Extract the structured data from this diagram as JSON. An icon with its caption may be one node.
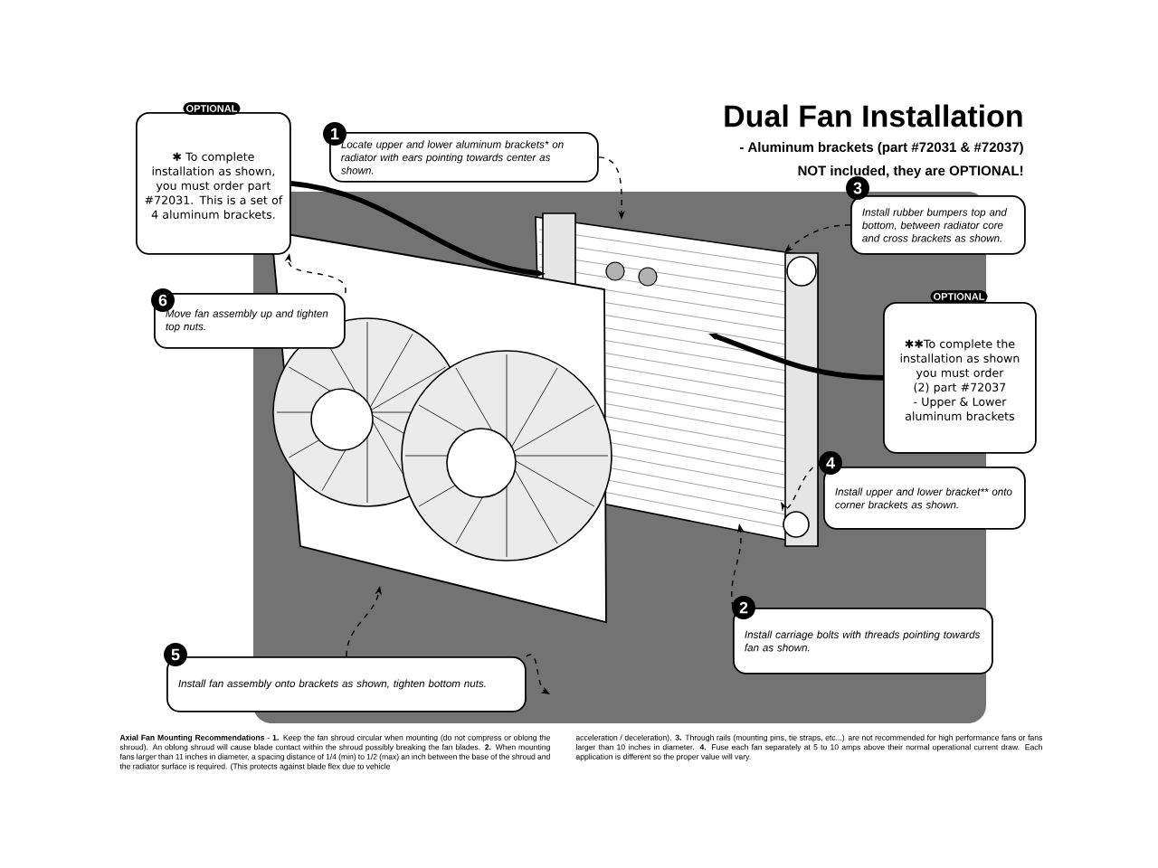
{
  "diagram": {
    "title": "Dual Fan Installation",
    "nodes": [
      {
        "text": [
          "OPTIONAL",
          "✱ To complete installation as shown, you must order part #72031. This is a set of 4 aluminum brackets."
        ]
      },
      {
        "text": [
          "1",
          "Locate upper and lower aluminum brackets* on radiator with ears pointing towards center as shown."
        ]
      },
      {
        "text": [
          "3",
          "Install rubber bumpers top and bottom, between radiator core and cross brackets as shown."
        ]
      },
      {
        "text": [
          "OPTIONAL",
          "✱✱To complete the installation as shown you must order (2) part #72037 - Upper & Lower aluminum brackets"
        ]
      },
      {
        "text": [
          "6",
          "Move fan assembly up and tighten top nuts."
        ]
      },
      {
        "text": [
          "4",
          "Install upper and lower bracket** onto corner brackets as shown."
        ]
      },
      {
        "text": [
          "2",
          "Install carriage bolts with threads pointing towards fan as shown."
        ]
      },
      {
        "text": [
          "5",
          "Install fan assembly onto brackets as shown, tighten bottom nuts."
        ]
      },
      {
        "text": [],
        "shape": "picture"
      },
      {
        "text": [],
        "shape": "picture"
      }
    ],
    "edges": [
      {
        "from": 0,
        "to": 8,
        "arrow": "to",
        "style": "thick"
      },
      {
        "from": 1,
        "to": 8,
        "arrow": "to",
        "style": "dashed"
      },
      {
        "from": 2,
        "to": 8,
        "arrow": "to",
        "style": "dashed"
      },
      {
        "from": 3,
        "to": 8,
        "arrow": "to",
        "style": "thick"
      },
      {
        "from": 4,
        "to": 9,
        "arrow": "to",
        "style": "dashed"
      },
      {
        "from": 5,
        "to": 8,
        "arrow": "to",
        "style": "dashed"
      },
      {
        "from": 6,
        "to": 8,
        "arrow": "to",
        "style": "dashed"
      },
      {
        "from": 7,
        "to": 9,
        "arrow": "to",
        "style": "dashed"
      },
      {
        "from": 7,
        "to": null,
        "arrow": "to",
        "style": "dashed"
      }
    ],
    "labels": [
      "- Aluminum brackets (part #72031 & #72037)",
      "NOT included, they are OPTIONAL!",
      "**Axial Fan Mounting Recommendations** - **1.** Keep the fan shroud circular when mounting (do not compress or oblong the shroud). An oblong shroud will cause blade contact within the shroud possibly breaking the fan blades. **2.** When mounting fans larger than 11 inches in diameter, a spacing distance of 1/4 (min) to 1/2 (max) an inch between the base of the shroud and the radiator surface is required. (This protects against blade flex due to vehicle",
      "acceleration / deceleration). **3.** Through rails (mounting pins, tie straps, etc...) are not recommended for high performance fans or fans larger than 10 inches in diameter. **4.** Fuse each fan separately at 5 to 10 amps above their normal operational current draw. Each application is different so the proper value will vary."
    ]
  }
}
